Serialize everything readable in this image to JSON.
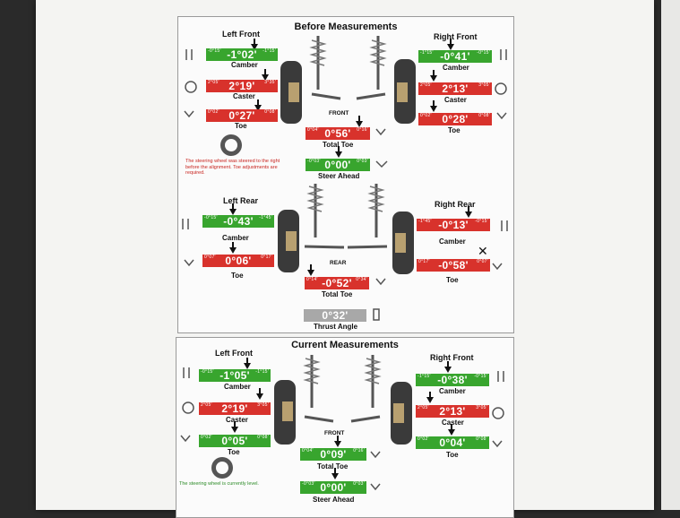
{
  "before": {
    "title": "Before Measurements",
    "left_front": {
      "heading": "Left Front",
      "camber": {
        "value": "-1°02'",
        "label": "Camber",
        "min": "-0°15'",
        "max": "-1°15'"
      },
      "caster": {
        "value": "2°19'",
        "label": "Caster",
        "min": "2°05'",
        "max": "3°35'"
      },
      "toe": {
        "value": "0°27'",
        "label": "Toe",
        "min": "0°02'",
        "max": "0°08'"
      }
    },
    "right_front": {
      "heading": "Right Front",
      "camber": {
        "value": "-0°41'",
        "label": "Camber",
        "min": "-1°15'",
        "max": "-0°15'"
      },
      "caster": {
        "value": "2°13'",
        "label": "Caster",
        "min": "2°05'",
        "max": "3°05'"
      },
      "toe": {
        "value": "0°28'",
        "label": "Toe",
        "min": "0°02'",
        "max": "0°08'"
      }
    },
    "front": {
      "label": "FRONT",
      "total_toe": {
        "value": "0°56'",
        "label": "Total Toe",
        "min": "0°04'",
        "max": "0°16'"
      },
      "steer_ahead": {
        "value": "0°00'",
        "label": "Steer Ahead",
        "min": "-0°03'",
        "max": "0°03'"
      }
    },
    "note": "The steering wheel was steered to the right before the alignment. Toe adjustments are required.",
    "left_rear": {
      "heading": "Left Rear",
      "camber": {
        "value": "-0°43'",
        "label": "Camber",
        "min": "-0°15'",
        "max": "-1°45'"
      },
      "toe": {
        "value": "0°06'",
        "label": "Toe",
        "min": "0°07'",
        "max": "0°17'"
      }
    },
    "right_rear": {
      "heading": "Right Rear",
      "camber": {
        "value": "-0°13'",
        "label": "Camber",
        "min": "-1°45'",
        "max": "-0°15'"
      },
      "toe": {
        "value": "-0°58'",
        "label": "Toe",
        "min": "0°17'",
        "max": "0°07'"
      },
      "x_mark": "✕"
    },
    "rear": {
      "label": "REAR",
      "total_toe": {
        "value": "-0°52'",
        "label": "Total Toe",
        "min": "0°14'",
        "max": "0°34'"
      },
      "thrust": {
        "value": "0°32'",
        "label": "Thrust Angle"
      }
    }
  },
  "current": {
    "title": "Current Measurements",
    "left_front": {
      "heading": "Left Front",
      "camber": {
        "value": "-1°05'",
        "label": "Camber",
        "min": "-0°15'",
        "max": "-1°15'"
      },
      "caster": {
        "value": "2°19'",
        "label": "Caster",
        "min": "2°05'",
        "max": "3°05'"
      },
      "toe": {
        "value": "0°05'",
        "label": "Toe",
        "min": "0°02'",
        "max": "0°08'"
      }
    },
    "right_front": {
      "heading": "Right Front",
      "camber": {
        "value": "-0°38'",
        "label": "Camber",
        "min": "-1°15'",
        "max": "-0°15'"
      },
      "caster": {
        "value": "2°13'",
        "label": "Caster",
        "min": "2°05'",
        "max": "3°05'"
      },
      "toe": {
        "value": "0°04'",
        "label": "Toe",
        "min": "0°02'",
        "max": "0°08'"
      }
    },
    "front": {
      "label": "FRONT",
      "total_toe": {
        "value": "0°09'",
        "label": "Total Toe",
        "min": "0°04'",
        "max": "0°16'"
      },
      "steer_ahead": {
        "value": "0°00'",
        "label": "Steer Ahead",
        "min": "-0°03'",
        "max": "0°03'"
      }
    },
    "note": "The steering wheel is currently level."
  },
  "colors": {
    "in_spec": "#38a52e",
    "out_of_spec": "#d8322c",
    "neutral": "#a8a8a8"
  }
}
